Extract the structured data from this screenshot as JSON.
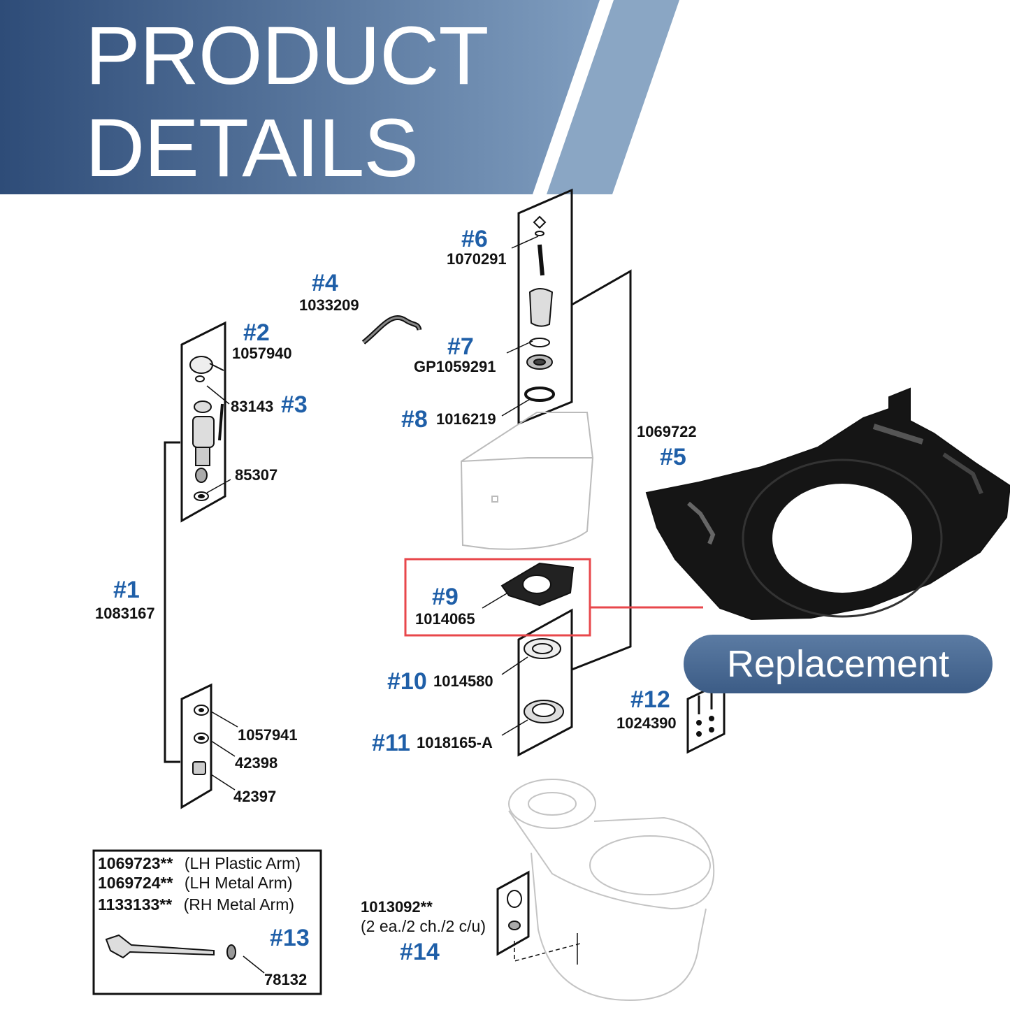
{
  "banner": {
    "title_line1": "PRODUCT",
    "title_line2": "DETAILS"
  },
  "replacement_label": "Replacement",
  "highlight_color": "#e8474b",
  "brand_color": "#1f5fa8",
  "parts": {
    "p1": {
      "tag": "#1",
      "number": "1083167"
    },
    "p2": {
      "tag": "#2",
      "number": "1057940"
    },
    "p3": {
      "tag": "#3",
      "number": "83143"
    },
    "p3b": {
      "number": "85307"
    },
    "p4": {
      "tag": "#4",
      "number": "1033209"
    },
    "p5": {
      "tag": "#5",
      "number": "1069722"
    },
    "p6": {
      "tag": "#6",
      "number": "1070291"
    },
    "p7": {
      "tag": "#7",
      "number": "GP1059291"
    },
    "p8": {
      "tag": "#8",
      "number": "1016219"
    },
    "p9": {
      "tag": "#9",
      "number": "1014065"
    },
    "p10": {
      "tag": "#10",
      "number": "1014580"
    },
    "p11": {
      "tag": "#11",
      "number": "1018165-A"
    },
    "p12": {
      "tag": "#12",
      "number": "1024390"
    },
    "p13": {
      "tag": "#13",
      "number": "78132"
    },
    "p14": {
      "tag": "#14",
      "number": "1013092**",
      "qty": "(2 ea./2 ch./2 c/u)"
    },
    "bolt_kit": [
      "1057941",
      "42398",
      "42397"
    ]
  },
  "arm_options": [
    {
      "number": "1069723**",
      "desc": "(LH Plastic Arm)"
    },
    {
      "number": "1069724**",
      "desc": "(LH Metal Arm)"
    },
    {
      "number": "1133133**",
      "desc": "(RH Metal Arm)"
    }
  ]
}
